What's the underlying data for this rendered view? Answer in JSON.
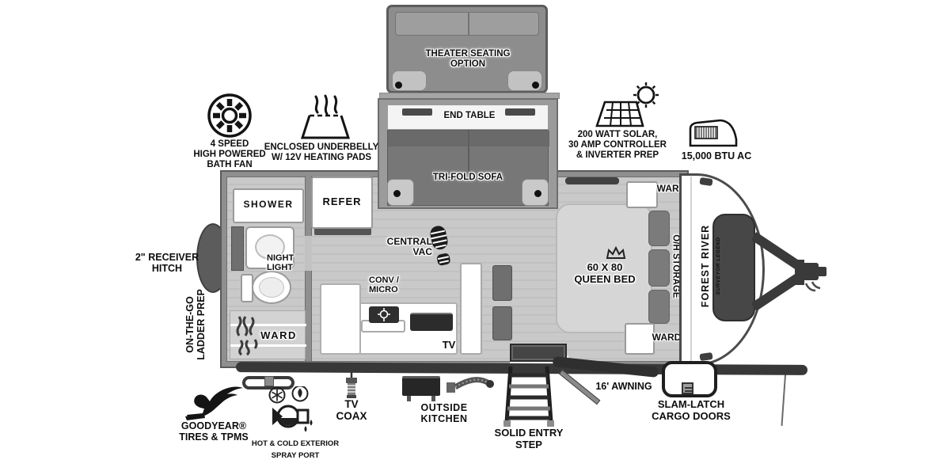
{
  "branding": {
    "make": "FOREST RIVER",
    "model": "SURVEYOR LEGEND"
  },
  "exterior_callouts": {
    "bath_fan": [
      "4 SPEED",
      "HIGH POWERED",
      "BATH FAN"
    ],
    "underbelly": [
      "ENCLOSED UNDERBELLY",
      "W/ 12V HEATING PADS"
    ],
    "solar": [
      "200 WATT SOLAR,",
      "30 AMP CONTROLLER",
      "& INVERTER PREP"
    ],
    "ac": "15,000 BTU AC",
    "receiver_hitch": [
      "2\" RECEIVER",
      "HITCH"
    ],
    "ladder_prep": [
      "ON-THE-GO",
      "LADDER PREP"
    ],
    "goodyear": [
      "GOODYEAR®",
      "TIRES & TPMS"
    ],
    "spray_port": [
      "HOT & COLD EXTERIOR",
      "SPRAY PORT"
    ],
    "tv_coax": [
      "TV",
      "COAX"
    ],
    "outside_kitchen": "OUTSIDE KITCHEN",
    "entry_step": [
      "SOLID ENTRY",
      "STEP"
    ],
    "awning": "16' AWNING",
    "cargo_doors": [
      "SLAM-LATCH",
      "CARGO DOORS"
    ]
  },
  "interior_labels": {
    "theater": [
      "THEATER SEATING",
      "OPTION"
    ],
    "end_table": "END TABLE",
    "trifold_sofa": "TRI-FOLD SOFA",
    "shower": "SHOWER",
    "refer": "REFER",
    "night_light": [
      "NIGHT",
      "LIGHT"
    ],
    "ward_bath": "WARD",
    "central_vac": [
      "CENTRAL",
      "VAC"
    ],
    "conv_micro": [
      "CONV /",
      "MICRO"
    ],
    "tv": "TV",
    "bed": [
      "60 X 80",
      "QUEEN BED"
    ],
    "oh_storage": "O/H STORAGE",
    "ward_top": "WARD",
    "ward_bottom": "WARD"
  },
  "icons": {
    "bath-fan-icon": "fan-wheel",
    "heating-pads-icon": "steam-trapezoid",
    "solar-icon": "solar-panel-with-sun",
    "ac-icon": "rooftop-ac-profile",
    "central-vac-icon": "boot-print",
    "queen-bed-icon": "crown",
    "goodyear-icon": "winged-foot",
    "cold-icon": "snowflake",
    "hot-icon": "flame",
    "spray-port-icon": "valve-with-drips",
    "tv-coax-icon": "coax-connector",
    "outside-kitchen-icon": "griddle-and-faucet",
    "entry-step-icon": "ladder",
    "cargo-door-icon": "rounded-door-with-latch",
    "awning-icon": "awning-bar-with-strut",
    "hitch-icon": "a-frame-coupler"
  },
  "colors": {
    "wall": "#8f8f8f",
    "wall_dark": "#5a5a5a",
    "floor": "#c9c9c9",
    "furniture_dark": "#787878",
    "fixture_white": "#ffffff",
    "accent_dark": "#333333",
    "bed": "#d6d6d6",
    "text": "#111111"
  }
}
